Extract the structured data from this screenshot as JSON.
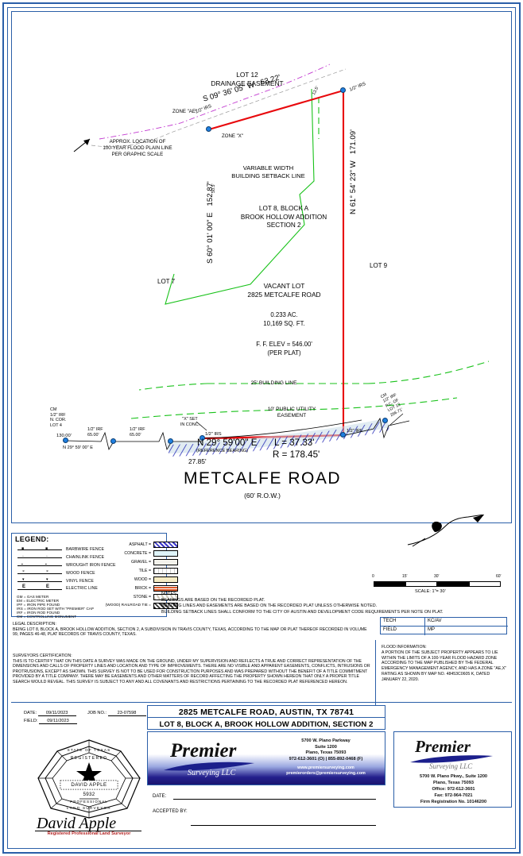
{
  "document": {
    "type": "land-survey-plat",
    "road_title": "METCALFE ROAD",
    "road_subtitle": "(60' R.O.W.)"
  },
  "plat": {
    "top_labels": {
      "lot12": "LOT 12",
      "drainage": "DRAINAGE EASEMENT"
    },
    "north_bearing": "S 09° 36' 05\" W   63.22'",
    "east_bearing": "N 61° 54' 23\" W   171.09'",
    "west_bearing": "S 60° 01' 00\" E   152.87'",
    "south_bearing": "N 29° 59'00\" E",
    "south_bearing_note": "(REFERENCE BEARING)",
    "curve_l": "L = 37.33'",
    "curve_r": "R = 178.45'",
    "tick_north": "13.5'",
    "tick_west": "50.5'",
    "zone_ae": "ZONE \"AE\"",
    "zone_x": "ZONE \"X\"",
    "flood_note": "APPROX. LOCATION OF\n100-YEAR FLOOD PLAIN LINE\nPER GRAPHIC SCALE",
    "setback_note": "VARIABLE WIDTH\nBUILDING SETBACK LINE",
    "lot_title": "LOT 8, BLOCK A\nBROOK HOLLOW ADDITION\nSECTION 2",
    "vacant": "VACANT LOT\n2825 METCALFE ROAD",
    "area_ac": "0.233 AC.",
    "area_sf": "10,169 SQ. FT.",
    "ff_elev": "F. F. ELEV = 546.00'",
    "ff_per_plat": "(PER PLAT)",
    "building_line": "25' BUILDING LINE",
    "pue": "10' PUBLIC UTILITY\nEASEMENT",
    "lot7": "LOT 7",
    "lot9": "LOT 9",
    "xset": "\"X\" SET\nIN CONC.",
    "monuments": [
      {
        "name": "cm-irf-n-cor-lot4",
        "label": "CM\n1/2\" IRF\nN. COR.\nLOT 4",
        "dim": "130.00'"
      },
      {
        "name": "irf-mid-1",
        "label": "1/2\" IRF",
        "dim": "65.00'"
      },
      {
        "name": "irf-mid-2",
        "label": "1/2\" IRF",
        "dim": "65.00'"
      },
      {
        "name": "cm-irf-pc-lot12",
        "label": "CM\n1/2\" IRF\nP.C. OF\nLOT 12",
        "dim": "266.71'"
      }
    ],
    "south_tie_bearing": "N 29° 59' 00\" E",
    "offset_2785": "27.85'",
    "irs_labels": [
      "1/2\" IRS",
      "1/2\" IRS",
      "1/2\" IRS",
      "1/2\" IRS"
    ],
    "irf_label": "1/2\" IRF"
  },
  "legend": {
    "title": "LEGEND:",
    "lines": [
      {
        "symbol": "barbwire-fence",
        "label": "BARBWIRE FENCE"
      },
      {
        "symbol": "chainlink-fence",
        "label": "CHAINLINK FENCE"
      },
      {
        "symbol": "wrought-iron-fence",
        "label": "WROUGHT IRON FENCE"
      },
      {
        "symbol": "wood-fence",
        "label": "WOOD FENCE"
      },
      {
        "symbol": "vinyl-fence",
        "label": "VINYL FENCE"
      },
      {
        "symbol": "electric-line",
        "label": "ELECTRIC LINE"
      }
    ],
    "abbreviations": [
      "GM = GAS METER",
      "EM = ELECTRIC METER",
      "IPF = IRON PIPE FOUND",
      "IRS = IRON ROD SET WITH \"PREMIER\" CAP",
      "IRF = IRON ROD FOUND",
      "CM = CONTROLLING MONUMENT"
    ],
    "materials": [
      {
        "label": "ASPHALT =",
        "name": "asphalt-swatch",
        "color": "#3b38c8"
      },
      {
        "label": "CONCRETE =",
        "name": "concrete-swatch",
        "color": "#9fe4ef"
      },
      {
        "label": "GRAVEL =",
        "name": "gravel-swatch",
        "color": "#efefe5"
      },
      {
        "label": "TILE =",
        "name": "tile-swatch",
        "color": "#ffffff"
      },
      {
        "label": "WOOD =",
        "name": "wood-swatch",
        "color": "#f2e3b0"
      },
      {
        "label": "BRICK =",
        "name": "brick-swatch",
        "color": "#e05a2a"
      },
      {
        "label": "STONE =",
        "name": "stone-swatch",
        "color": "#e2ddd2"
      },
      {
        "label": "(WOOD) RAILROAD TIE =",
        "name": "railroad-tie-swatch",
        "color": "#4a4a4a"
      }
    ]
  },
  "notes": {
    "title": "NOTES:",
    "items": [
      "BEARINGS ARE BASED ON THE RECORDED PLAT.",
      "BUILDING LINES AND EASEMENTS ARE BASED ON THE RECORDED PLAT UNLESS OTHERWISE NOTED.",
      "BUILDING SETBACK LINES SHALL CONFORM TO THE CITY OF AUSTIN AND DEVELOPMENT CODE REQUIREMENTS PER NOTE ON PLAT."
    ]
  },
  "scale": {
    "label": "SCALE: 1\"= 30'",
    "ticks": [
      "0",
      "15'",
      "30'",
      "60'"
    ]
  },
  "legal": {
    "title": "LEGAL DESCRIPTION:",
    "body": "BEING LOT 8, BLOCK A, BROOK HOLLOW ADDITION, SECTION 2, A SUBDIVISION IN TRAVIS COUNTY, TEXAS, ACCORDING TO THE MAP OR PLAT THEREOF RECORDED IN VOLUME 99, PAGES 46-48, PLAT RECORDS OF TRAVIS COUNTY, TEXAS."
  },
  "certification": {
    "title": "SURVEYORS CERTIFICATION:",
    "body": "THIS IS TO CERTIFY THAT ON THIS DATE A SURVEY WAS MADE ON THE GROUND, UNDER MY SUPERVISION AND REFLECTS A TRUE AND CORRECT REPRESENTATION OF THE DIMENSIONS AND CALLS OF PROPERTY LINES AND LOCATION AND TYPE OF IMPROVEMENTS. THERE ARE NO VISIBLE AND APPARENT EASEMENTS, CONFLICTS, INTRUSIONS OR PROTRUSIONS, EXCEPT AS SHOWN. THIS SURVEY IS NOT TO BE USED FOR CONSTRUCTION PURPOSES AND WAS PREPARED WITHOUT THE BENEFIT OF A TITLE COMMITMENT PROVIDED BY A TITLE COMPANY.  THERE MAY BE EASEMENTS AND OTHER MATTERS OF RECORD AFFECTING THE PROPERTY SHOWN HEREON THAT ONLY A PROPER TITLE SEARCH WOULD REVEAL. THIS SURVEY IS SUBJECT TO ANY AND ALL COVENANTS AND RESTRICTIONS PERTAINING TO THE RECORDED PLAT REFERENCED HEREON."
  },
  "flood": {
    "title": "FLOOD INFORMATION:",
    "body": "A PORTION OF THE SUBJECT PROPERTY APPEARS TO LIE WITHIN THE LIMITS OF A 100-YEAR FLOOD HAZARD ZONE ACCORDING TO THE MAP PUBLISHED BY THE FEDERAL EMERGENCY MANAGEMENT AGENCY, AND HAS A ZONE \"AE,X\" RATING AS SHOWN BY MAP NO. 48453C0605 K, DATED JANUARY 22, 2020."
  },
  "tech": {
    "rows": [
      {
        "label": "TECH",
        "value": "KC/AV"
      },
      {
        "label": "FIELD",
        "value": "MP"
      }
    ]
  },
  "titleblock": {
    "date_label": "DATE:",
    "date_value": "09/11/2023",
    "field_label": "FIELD:",
    "field_value": "09/11/2023",
    "job_label": "JOB NO.:",
    "job_value": "23-07598",
    "address": "2825 METCALFE ROAD, AUSTIN, TX 78741",
    "legal_short": "LOT 8, BLOCK A, BROOK HOLLOW ADDITION, SECTION 2"
  },
  "company": {
    "name": "Premier",
    "sub": "Surveying LLC",
    "address1": "5700 W. Plano Parkway",
    "address2": "Suite 1200",
    "address3": "Plano, Texas 75093",
    "phones": "972-612-3601 (O) | 855-892-0468 (F)",
    "web": "www.premiersurveying.com",
    "email": "premierorders@premiersurveying.com",
    "right_addr1": "5700 W. Plano Pkwy., Suite 1200",
    "right_addr2": "Plano, Texas 75093",
    "right_office": "Office: 972-612-3601",
    "right_fax": "Fax: 972-964-7021",
    "right_firm": "Firm Registration No. 10146200"
  },
  "seal": {
    "top_text": "STATE OF TEXAS",
    "registered": "REGISTERED",
    "name": "DAVID APPLE",
    "number": "5932",
    "professional": "PROFESSIONAL",
    "land_surveyor": "LAND SURVEYOR",
    "signature": "David Apple",
    "caption": "Registered Professional Land Surveyor"
  },
  "acceptance": {
    "date_label": "DATE:",
    "accepted_label": "ACCEPTED BY:"
  }
}
